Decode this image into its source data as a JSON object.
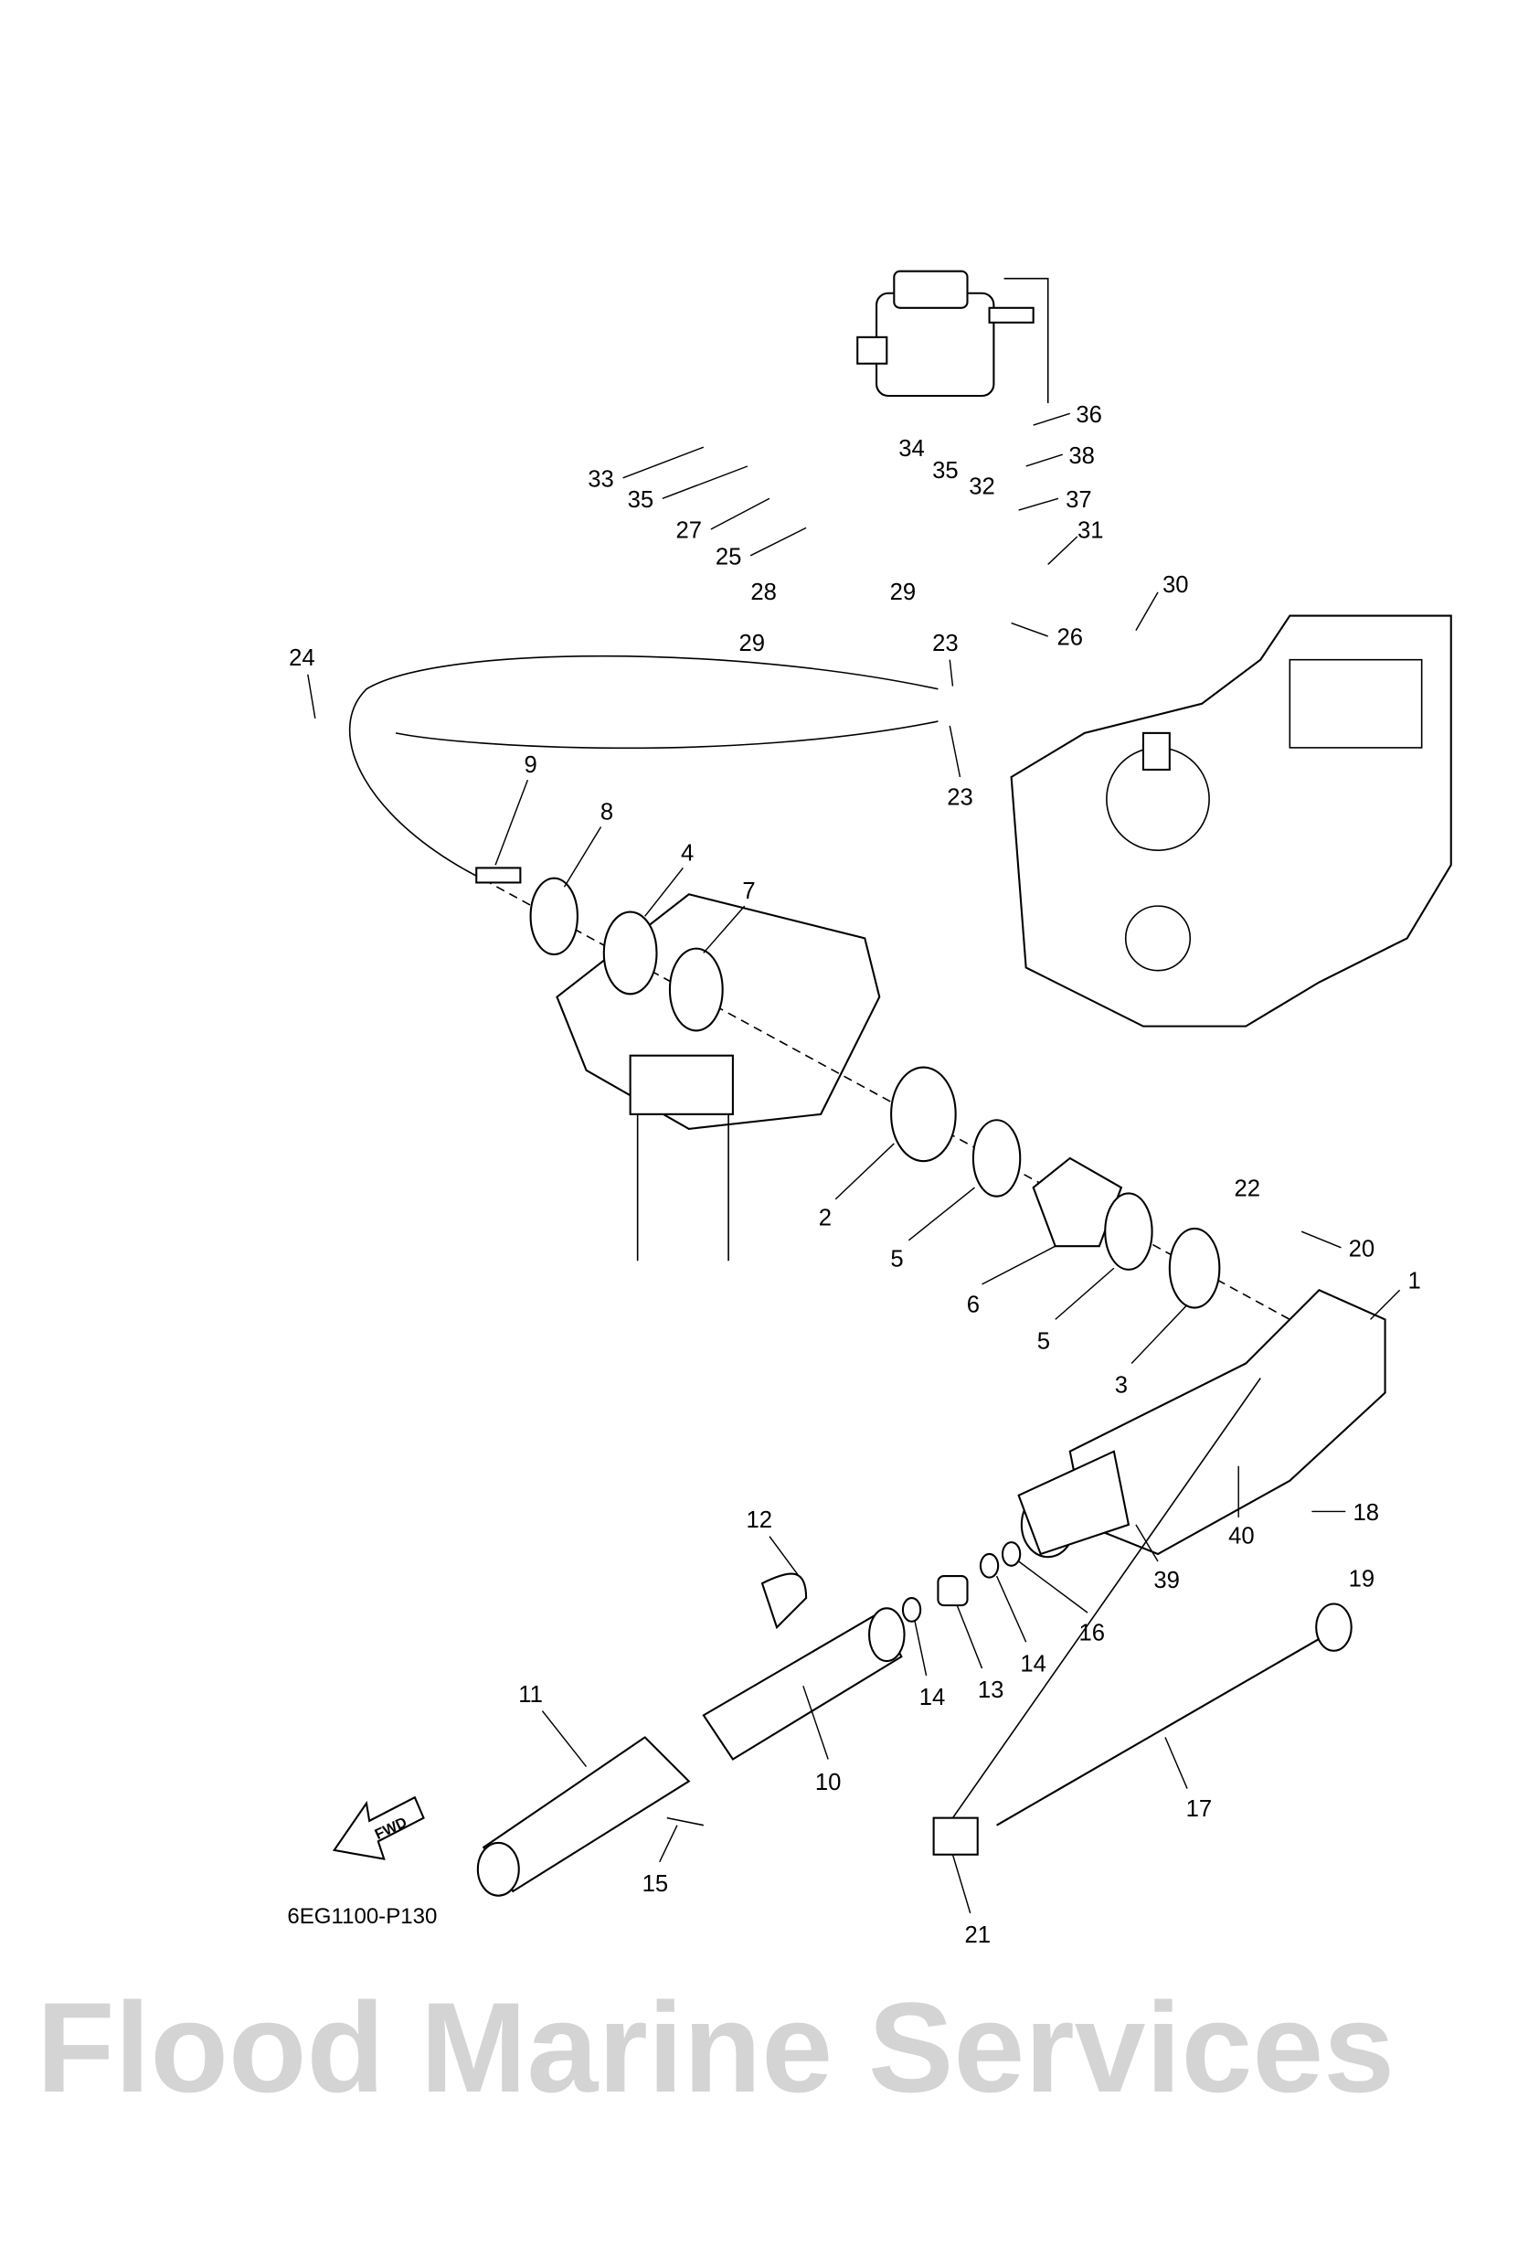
{
  "diagram": {
    "code": "6EG1100-P130",
    "watermark": "Flood Marine Services",
    "fwd_label": "FWD",
    "callouts": [
      {
        "n": "36"
      },
      {
        "n": "38"
      },
      {
        "n": "37"
      },
      {
        "n": "31"
      },
      {
        "n": "34"
      },
      {
        "n": "35"
      },
      {
        "n": "32"
      },
      {
        "n": "33"
      },
      {
        "n": "35"
      },
      {
        "n": "27"
      },
      {
        "n": "25"
      },
      {
        "n": "28"
      },
      {
        "n": "29"
      },
      {
        "n": "29"
      },
      {
        "n": "26"
      },
      {
        "n": "30"
      },
      {
        "n": "23"
      },
      {
        "n": "23"
      },
      {
        "n": "24"
      },
      {
        "n": "9"
      },
      {
        "n": "8"
      },
      {
        "n": "4"
      },
      {
        "n": "7"
      },
      {
        "n": "2"
      },
      {
        "n": "5"
      },
      {
        "n": "6"
      },
      {
        "n": "5"
      },
      {
        "n": "3"
      },
      {
        "n": "22"
      },
      {
        "n": "20"
      },
      {
        "n": "1"
      },
      {
        "n": "18"
      },
      {
        "n": "19"
      },
      {
        "n": "40"
      },
      {
        "n": "39"
      },
      {
        "n": "16"
      },
      {
        "n": "14"
      },
      {
        "n": "14"
      },
      {
        "n": "13"
      },
      {
        "n": "12"
      },
      {
        "n": "10"
      },
      {
        "n": "11"
      },
      {
        "n": "15"
      },
      {
        "n": "17"
      },
      {
        "n": "21"
      }
    ]
  }
}
